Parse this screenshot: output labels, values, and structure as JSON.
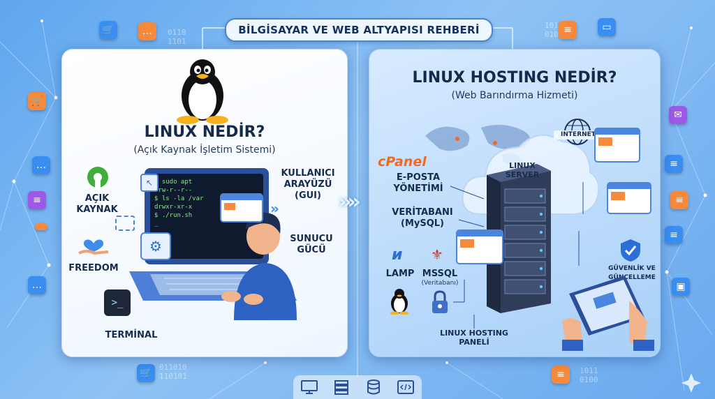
{
  "banner": "BİLGİSAYAR VE WEB ALTYAPISI REHBERİ",
  "left": {
    "title": "LINUX NEDİR?",
    "subtitle": "(Açık Kaynak İşletim Sistemi)",
    "label_open_source": "AÇIK\nKAYNAK",
    "label_freedom": "FREEDOM",
    "label_terminal": "TERMİNAL",
    "label_gui": "KULLANICI\nARAYÜZÜ\n(GUI)",
    "label_server_power": "SUNUCU\nGÜCÜ",
    "terminal_lines": [
      "$ sudo apt",
      "-rw-r--r--",
      "$ ls -la /var",
      "drwxr-xr-x",
      "$ ./run.sh",
      "_"
    ]
  },
  "right": {
    "title": "LINUX HOSTING NEDİR?",
    "subtitle": "(Web Barındırma Hizmeti)",
    "label_cpanel": "cPanel",
    "label_email": "E-POSTA\nYÖNETİMİ",
    "label_database": "VERİTABANI\n(MySQL)",
    "label_lamp": "LAMP",
    "label_mssql": "MSSQL",
    "label_mssql_sub": "(Veritabanı)",
    "label_server": "LINUX\nSERVER",
    "label_internet": "INTERNET",
    "label_security": "GÜVENLİK VE\nGÜNCELLEME",
    "label_panel": "LINUX HOSTING\nPANELİ"
  },
  "decor": {
    "binary_a": "0110\n1101",
    "binary_b": "10101\n01010",
    "binary_c": "011010\n110101",
    "binary_d": "1011\n0100"
  },
  "colors": {
    "accent_blue": "#2a6fd6",
    "cpanel_orange": "#f26a21",
    "linux_yellow": "#f5b21c"
  }
}
